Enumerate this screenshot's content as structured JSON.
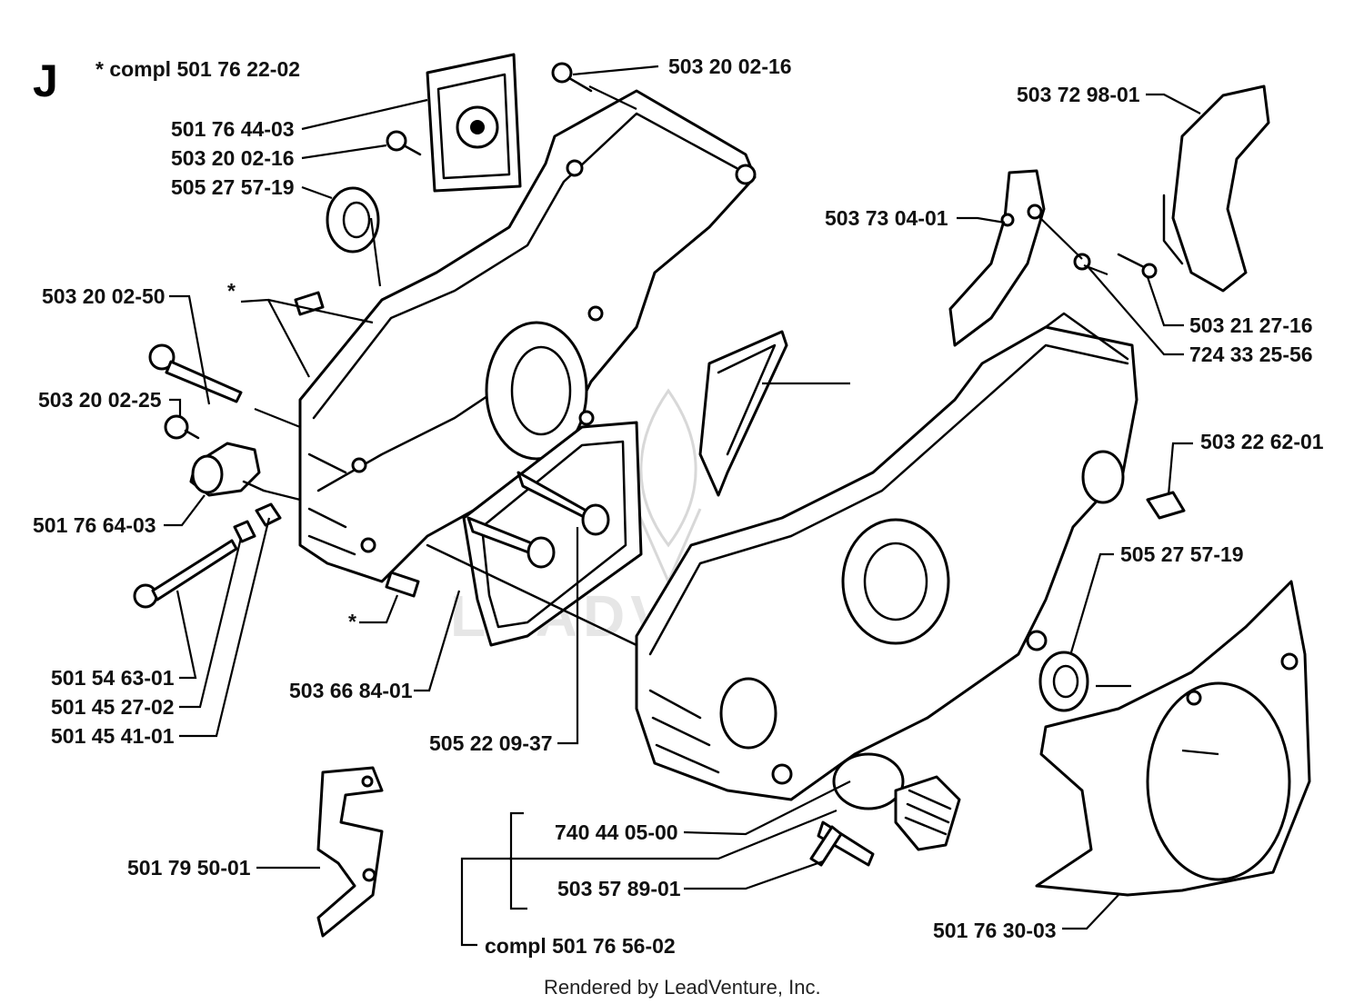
{
  "section_letter": "J",
  "kit_note": "*  compl 501 76 22-02",
  "labels": {
    "p501_76_44_03": "501 76 44-03",
    "p503_20_02_16_a": "503 20 02-16",
    "p505_27_57_19_a": "505 27 57-19",
    "p503_20_02_16_b": "503 20 02-16",
    "p503_72_98_01": "503 72 98-01",
    "p503_73_04_01": "503 73 04-01",
    "p503_21_27_16": "503 21 27-16",
    "p724_33_25_56": "724 33 25-56",
    "p503_20_02_50": "503 20 02-50",
    "star_a": "*",
    "p503_20_02_25": "503 20 02-25",
    "p501_76_64_03": "501 76 64-03",
    "p503_22_62_01": "503 22 62-01",
    "p505_27_57_19_b": "505 27 57-19",
    "star_b": "*",
    "p501_54_63_01": "501 54 63-01",
    "p501_45_27_02": "501 45 27-02",
    "p501_45_41_01": "501 45 41-01",
    "p503_66_84_01": "503 66 84-01",
    "p505_22_09_37": "505 22 09-37",
    "p740_44_05_00": "740 44 05-00",
    "p503_57_89_01": "503 57 89-01",
    "p501_79_50_01": "501 79 50-01",
    "compl_501_76_56_02": "compl 501 76 56-02",
    "p501_76_30_03": "501 76 30-03"
  },
  "footer": "Rendered by LeadVenture, Inc.",
  "watermark": "LEADVENTURE"
}
